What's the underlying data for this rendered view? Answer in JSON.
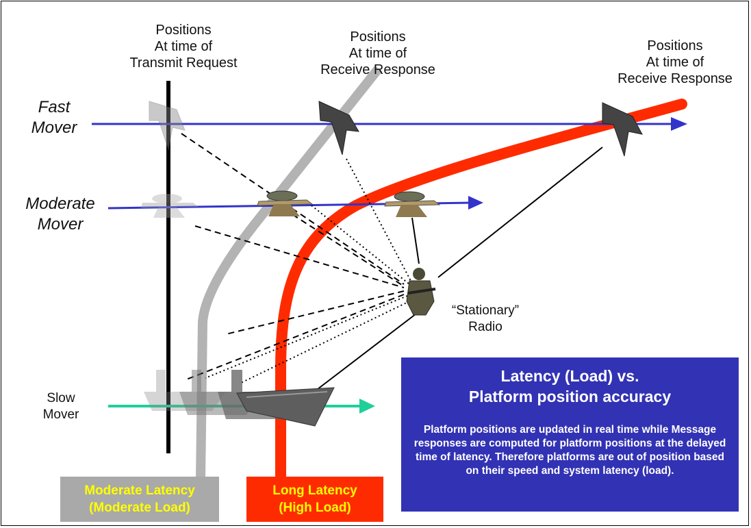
{
  "column_labels": {
    "transmit": [
      "Positions",
      "At time of",
      "Transmit Request"
    ],
    "receive_mid": [
      "Positions",
      "At time of",
      "Receive Response"
    ],
    "receive_far": [
      "Positions",
      "At time of",
      "Receive Response"
    ]
  },
  "movers": {
    "fast": [
      "Fast",
      "Mover"
    ],
    "moderate": [
      "Moderate",
      "Mover"
    ],
    "slow": [
      "Slow",
      "Mover"
    ]
  },
  "radio_label": [
    "“Stationary”",
    "Radio"
  ],
  "legends": {
    "moderate": [
      "Moderate Latency",
      "(Moderate Load)"
    ],
    "long": [
      "Long Latency",
      "(High Load)"
    ]
  },
  "info_box": {
    "title": [
      "Latency (Load) vs.",
      "Platform position accuracy"
    ],
    "body": "Platform positions are updated in real time while Message responses are computed for platform positions at the delayed time of latency.  Therefore platforms are out of position based on their speed and system latency (load)."
  },
  "colors": {
    "fast_line": "#3333cc",
    "moderate_line": "#3333cc",
    "slow_line": "#1fcf9a",
    "moderate_latency": "#a9a9a9",
    "long_latency": "#ff2b00",
    "legend_text": "#ffff00",
    "info_box_bg": "#3232b4"
  }
}
